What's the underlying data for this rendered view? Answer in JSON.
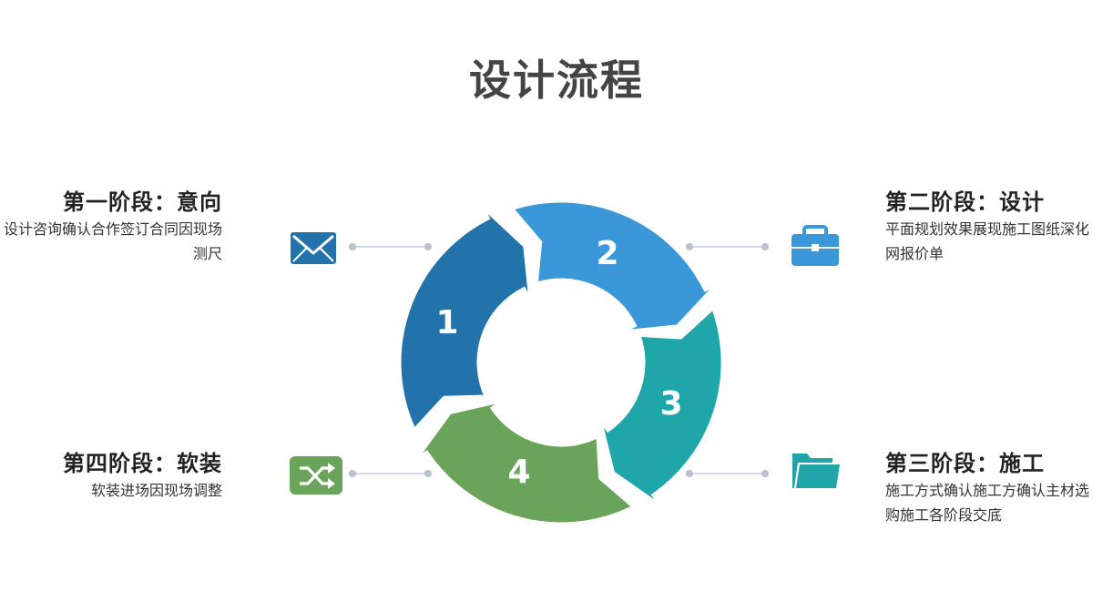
{
  "title": "设计流程",
  "colors": {
    "stage1": "#2272ab",
    "stage2": "#3a98d8",
    "stage3": "#1ea6a8",
    "stage4": "#6aa35a",
    "connector": "#b9c2cf"
  },
  "stages": [
    {
      "number": "1",
      "title": "第一阶段：意向",
      "desc": "设计咨询确认合作签订合同因现场测尺",
      "icon": "envelope-icon"
    },
    {
      "number": "2",
      "title": "第二阶段：设计",
      "desc": "平面规划效果展现施工图纸深化网报价单",
      "icon": "briefcase-icon"
    },
    {
      "number": "3",
      "title": "第三阶段：施工",
      "desc": "施工方式确认施工方确认主材选购施工各阶段交底",
      "icon": "folder-icon"
    },
    {
      "number": "4",
      "title": "第四阶段：软装",
      "desc": "软装进场因现场调整",
      "icon": "shuffle-icon"
    }
  ]
}
